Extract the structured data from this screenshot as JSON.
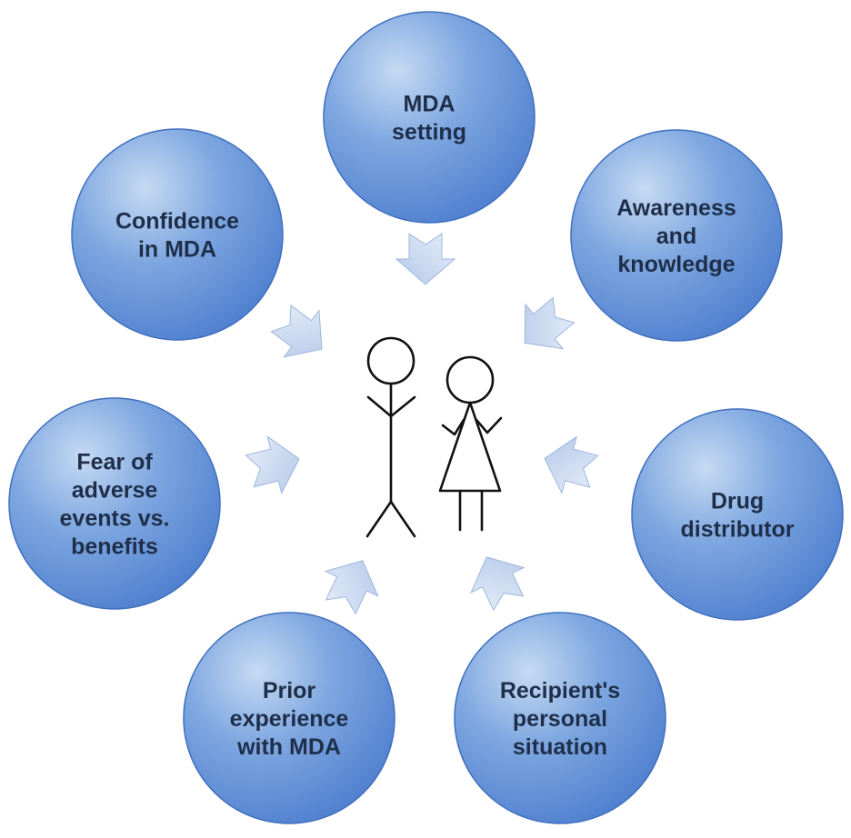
{
  "diagram": {
    "colors": {
      "circle_light": "#c6daf3",
      "circle_mid": "#7ea7e0",
      "circle_dark": "#4f7fcf",
      "circle_edge": "#3f6fbf",
      "arrow_light": "#e6eef9",
      "arrow_dark": "#b4c8e9",
      "label": "#1f2f4a",
      "figure_stroke": "#111111"
    },
    "factors": [
      {
        "id": "mda-setting",
        "lines": [
          "MDA",
          "setting"
        ]
      },
      {
        "id": "awareness",
        "lines": [
          "Awareness",
          "and",
          "knowledge"
        ]
      },
      {
        "id": "drug-distributor",
        "lines": [
          "Drug",
          "distributor"
        ]
      },
      {
        "id": "recipient",
        "lines": [
          "Recipient's",
          "personal",
          "situation"
        ]
      },
      {
        "id": "prior-experience",
        "lines": [
          "Prior",
          "experience",
          "with MDA"
        ]
      },
      {
        "id": "fear-adverse",
        "lines": [
          "Fear of",
          "adverse",
          "events vs.",
          "benefits"
        ]
      },
      {
        "id": "confidence",
        "lines": [
          "Confidence",
          "in MDA"
        ]
      }
    ],
    "center_icon": "stick-figures-couple-icon",
    "arrow_icon": "inward-arrow-icon"
  }
}
